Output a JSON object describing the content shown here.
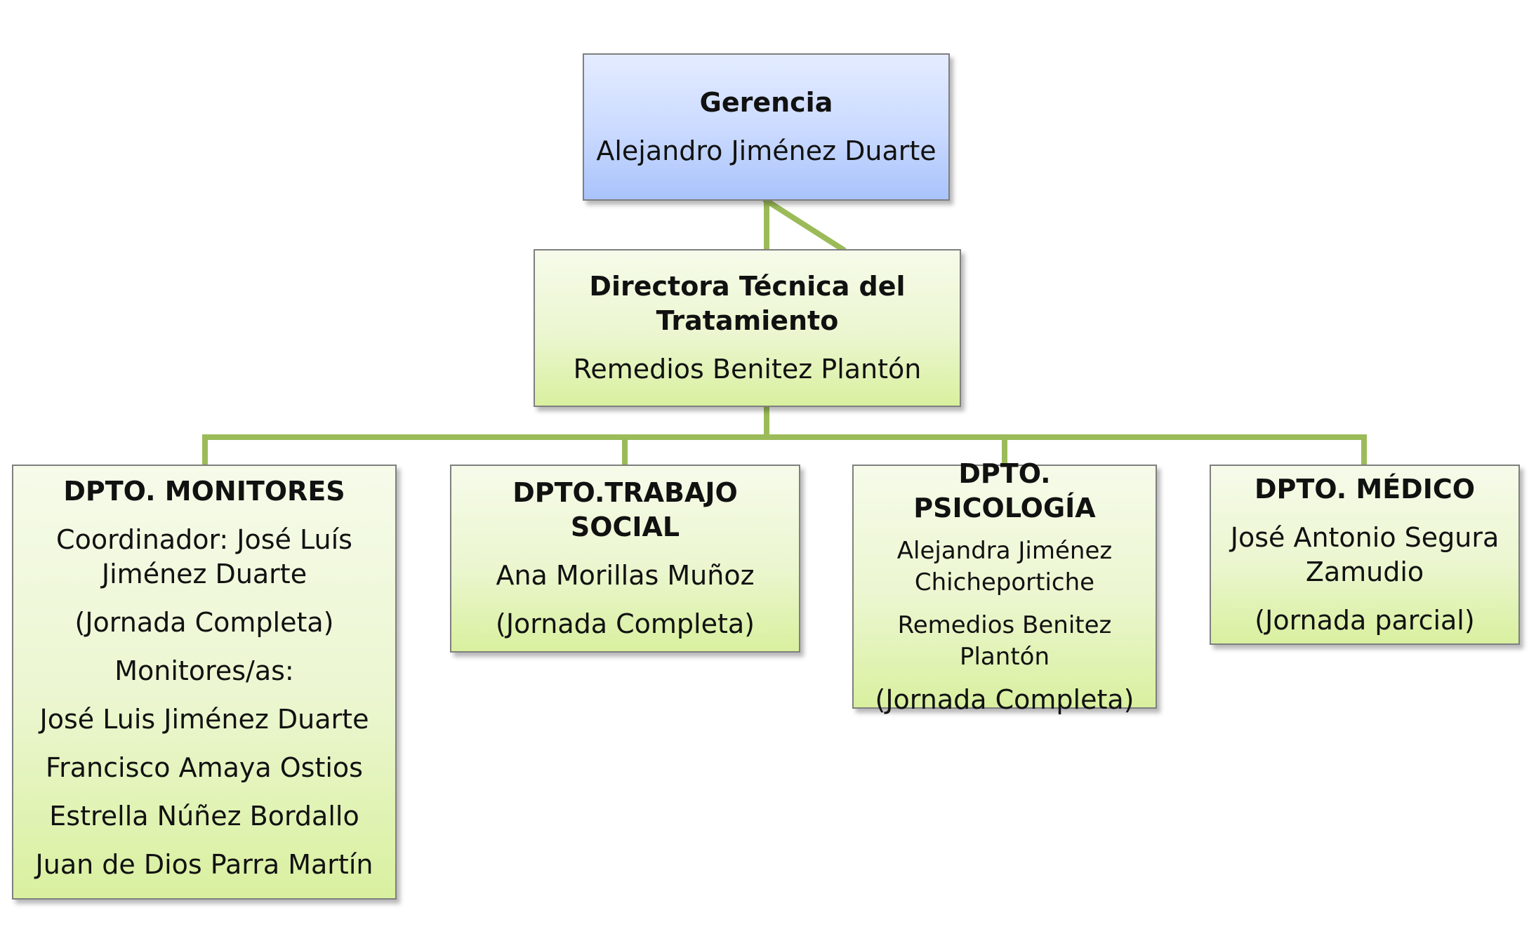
{
  "colors": {
    "connector": "#9bbb59",
    "border": "#7f7f7f",
    "top_fill": "#c9d9ff",
    "green_fill": "#ebf6cf"
  },
  "gerencia": {
    "title": "Gerencia",
    "name": "Alejandro Jiménez Duarte"
  },
  "directora": {
    "title_line1": "Directora Técnica del",
    "title_line2": "Tratamiento",
    "name": "Remedios Benitez Plantón"
  },
  "monitores": {
    "title": "DPTO. MONITORES",
    "coord_line1": "Coordinador: José Luís",
    "coord_line2": "Jiménez Duarte",
    "jornada": "(Jornada Completa)",
    "monitores_label": "Monitores/as:",
    "members": [
      "José Luis Jiménez Duarte",
      "Francisco Amaya Ostios",
      "Estrella Núñez Bordallo",
      "Juan de Dios Parra Martín"
    ]
  },
  "trabajo_social": {
    "title": "DPTO.TRABAJO SOCIAL",
    "name": "Ana Morillas Muñoz",
    "jornada": "(Jornada Completa)"
  },
  "psicologia": {
    "title": "DPTO. PSICOLOGÍA",
    "p1_line1": "Alejandra Jiménez",
    "p1_line2": "Chicheportiche",
    "p2_line1": "Remedios Benitez",
    "p2_line2": "Plantón",
    "jornada": "(Jornada Completa)"
  },
  "medico": {
    "title": "DPTO. MÉDICO",
    "name_line1": "José Antonio Segura",
    "name_line2": "Zamudio",
    "jornada": "(Jornada parcial)"
  }
}
